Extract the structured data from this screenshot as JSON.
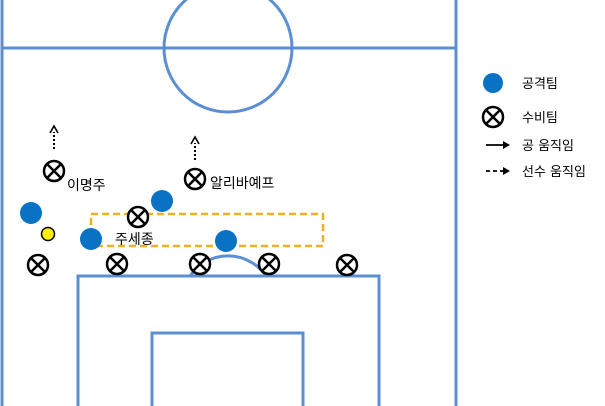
{
  "legend": {
    "attack_team": "공격팀",
    "defense_team": "수비팀",
    "ball_movement": "공 움직임",
    "player_movement": "선수 움직임"
  },
  "players": {
    "defender_1": "이명주",
    "defender_2": "알리바예프",
    "defender_3": "주세종"
  },
  "colors": {
    "field_line": "#5b8fd1",
    "attacker": "#0a72c4",
    "ball": "#ffee00",
    "zone": "#f0b020",
    "defender": "#000000"
  }
}
